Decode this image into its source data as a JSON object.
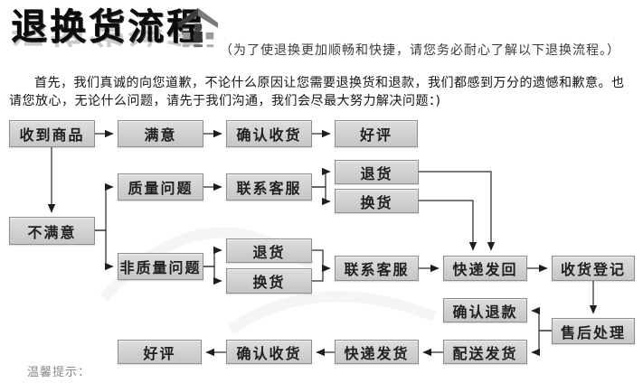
{
  "header": {
    "title": "退换货流程",
    "logo_icon": "house-icon",
    "subtitle": "（为了使退换更加顺畅和快捷，请您务必耐心了解以下退换流程。）"
  },
  "intro": {
    "text": "首先，我们真诚的向您道歉，不论什么原因让您需要退换货和退款，我们都感到万分的遗憾和歉意。也请您放心，无论什么问题，请先于我们沟通，我们会尽最大努力解决问题：)"
  },
  "flowchart": {
    "nodes": [
      {
        "id": "received-goods",
        "label": "收到商品"
      },
      {
        "id": "satisfied",
        "label": "满意"
      },
      {
        "id": "confirm-receipt-top",
        "label": "确认收货"
      },
      {
        "id": "good-review-top",
        "label": "好评"
      },
      {
        "id": "quality-issue",
        "label": "质量问题"
      },
      {
        "id": "contact-service-quality",
        "label": "联系客服"
      },
      {
        "id": "return-quality",
        "label": "退货"
      },
      {
        "id": "exchange-quality",
        "label": "换货"
      },
      {
        "id": "unsatisfied",
        "label": "不满意"
      },
      {
        "id": "non-quality-issue",
        "label": "非质量问题"
      },
      {
        "id": "return-nonquality",
        "label": "退货"
      },
      {
        "id": "exchange-nonquality",
        "label": "换货"
      },
      {
        "id": "contact-service-nonquality",
        "label": "联系客服"
      },
      {
        "id": "express-send-back",
        "label": "快递发回"
      },
      {
        "id": "receipt-register",
        "label": "收货登记"
      },
      {
        "id": "confirm-refund",
        "label": "确认退款"
      },
      {
        "id": "after-sales-handling",
        "label": "售后处理"
      },
      {
        "id": "dispatch-shipping",
        "label": "配送发货"
      },
      {
        "id": "express-shipping",
        "label": "快递发货"
      },
      {
        "id": "confirm-receipt-bottom",
        "label": "确认收货"
      },
      {
        "id": "good-review-bottom",
        "label": "好评"
      }
    ]
  },
  "footer": {
    "tip_label": "温馨提示："
  },
  "colors": {
    "box_fill": "#d6d6d6",
    "box_border": "#8f8f8f",
    "connector": "#2a2a2a",
    "title_color": "#0d0d0d",
    "subtitle_color": "#3a3a3a",
    "body_color": "#151515",
    "tip_color": "#8a8a8a"
  }
}
